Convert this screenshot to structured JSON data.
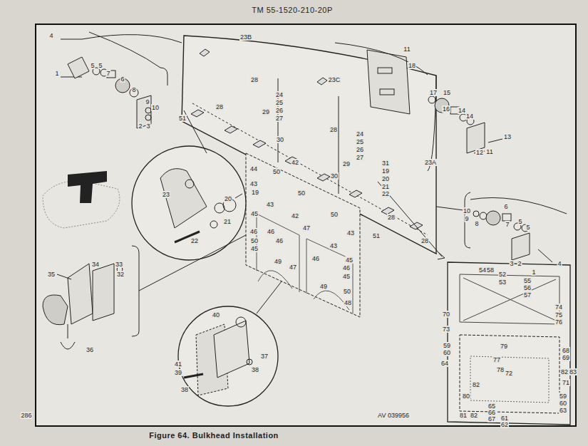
{
  "diagram": {
    "title": "TM 55-1520-210-20P",
    "caption": "Figure 64. Bulkhead Installation",
    "labels": [
      "4",
      "1",
      "5",
      "5",
      "7",
      "6",
      "8",
      "9",
      "10",
      "2",
      "3",
      "23B",
      "51",
      "28",
      "28",
      "24",
      "25",
      "26",
      "27",
      "29",
      "23C",
      "28",
      "24",
      "25",
      "26",
      "27",
      "29",
      "31",
      "19",
      "20",
      "21",
      "22",
      "23A",
      "11",
      "18",
      "17",
      "15",
      "16",
      "14",
      "14",
      "13",
      "12",
      "11",
      "23",
      "20",
      "19",
      "21",
      "22",
      "30",
      "42",
      "44",
      "50",
      "43",
      "30",
      "50",
      "50",
      "28",
      "51",
      "28",
      "45",
      "43",
      "42",
      "46",
      "46",
      "50",
      "45",
      "47",
      "46",
      "43",
      "43",
      "46",
      "45",
      "46",
      "45",
      "50",
      "48",
      "49",
      "47",
      "49",
      "35",
      "34",
      "33",
      "32",
      "36",
      "40",
      "41",
      "37",
      "38",
      "39",
      "38",
      "6",
      "10",
      "9",
      "8",
      "7",
      "5",
      "5",
      "3",
      "2",
      "4",
      "1",
      "54",
      "58",
      "52",
      "53",
      "55",
      "56",
      "57",
      "70",
      "73",
      "74",
      "75",
      "76",
      "79",
      "59",
      "60",
      "64",
      "77",
      "78",
      "72",
      "68",
      "69",
      "82",
      "83",
      "71",
      "59",
      "60",
      "63",
      "82",
      "80",
      "81",
      "82",
      "65",
      "66",
      "67",
      "61",
      "62",
      "286",
      "AV 039956"
    ]
  }
}
